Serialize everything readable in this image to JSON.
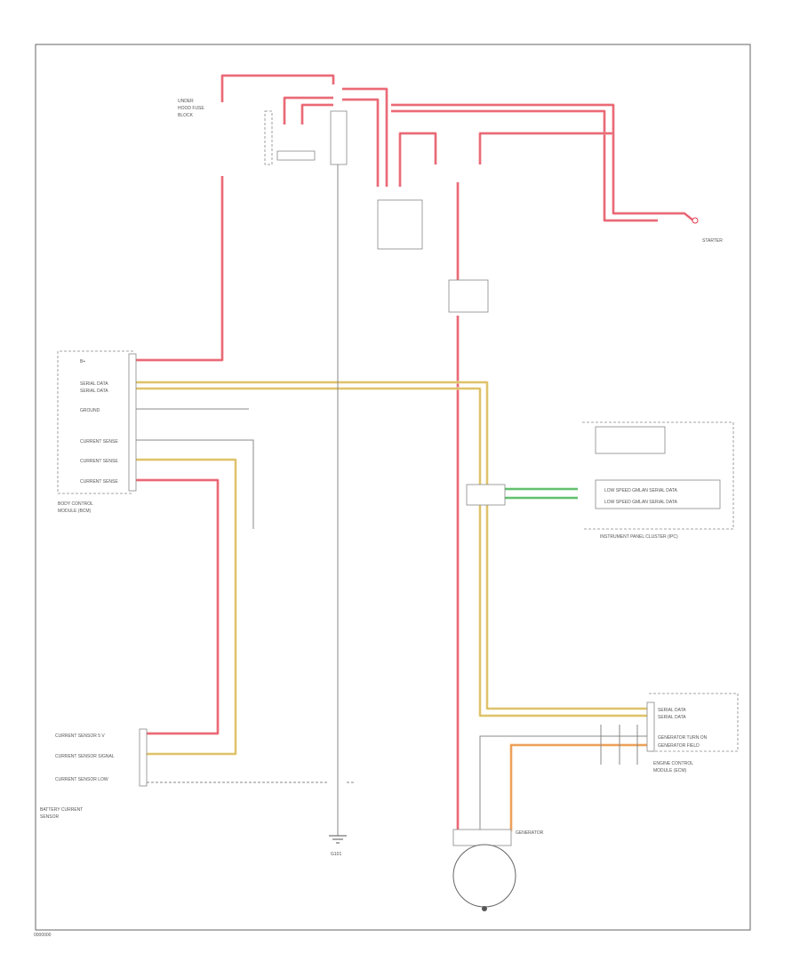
{
  "footer_id": "0000000",
  "components": {
    "fuse_block": {
      "label_lines": [
        "UNDER",
        "HOOD FUSE",
        "BLOCK"
      ]
    },
    "body_control_module": {
      "label_lines": [
        "BODY CONTROL",
        "MODULE (BCM)"
      ]
    },
    "battery_current_sensor": {
      "label_lines": [
        "BATTERY CURRENT",
        "SENSOR"
      ]
    },
    "instrument_cluster": {
      "label_lines": [
        "INSTRUMENT PANEL CLUSTER (IPC)"
      ]
    },
    "engine_control_module": {
      "label_lines": [
        "ENGINE CONTROL",
        "MODULE (ECM)"
      ]
    },
    "generator": {
      "label_lines": [
        "GENERATOR"
      ]
    },
    "ground": {
      "label_lines": [
        "G101"
      ]
    },
    "starter": {
      "label_lines": [
        "STARTER"
      ]
    }
  },
  "bcm_pins": [
    "B+",
    "SERIAL DATA",
    "SERIAL DATA",
    "GROUND",
    "CURRENT SENSE",
    "CURRENT SENSE",
    "CURRENT SENSE"
  ],
  "sensor_pins": [
    "CURRENT SENSOR 5 V",
    "CURRENT SENSOR SIGNAL",
    "CURRENT SENSOR LOW"
  ],
  "ecm_pins": [
    "SERIAL DATA",
    "SERIAL DATA",
    "GENERATOR TURN ON",
    "GENERATOR FIELD"
  ],
  "ipc_pins": [
    "LOW SPEED GMLAN SERIAL DATA",
    "LOW SPEED GMLAN SERIAL DATA"
  ],
  "colors": {
    "power": "#e23a4a",
    "serial": "#c9a43a",
    "lan": "#2a9a3a",
    "field": "#e07b1a"
  }
}
